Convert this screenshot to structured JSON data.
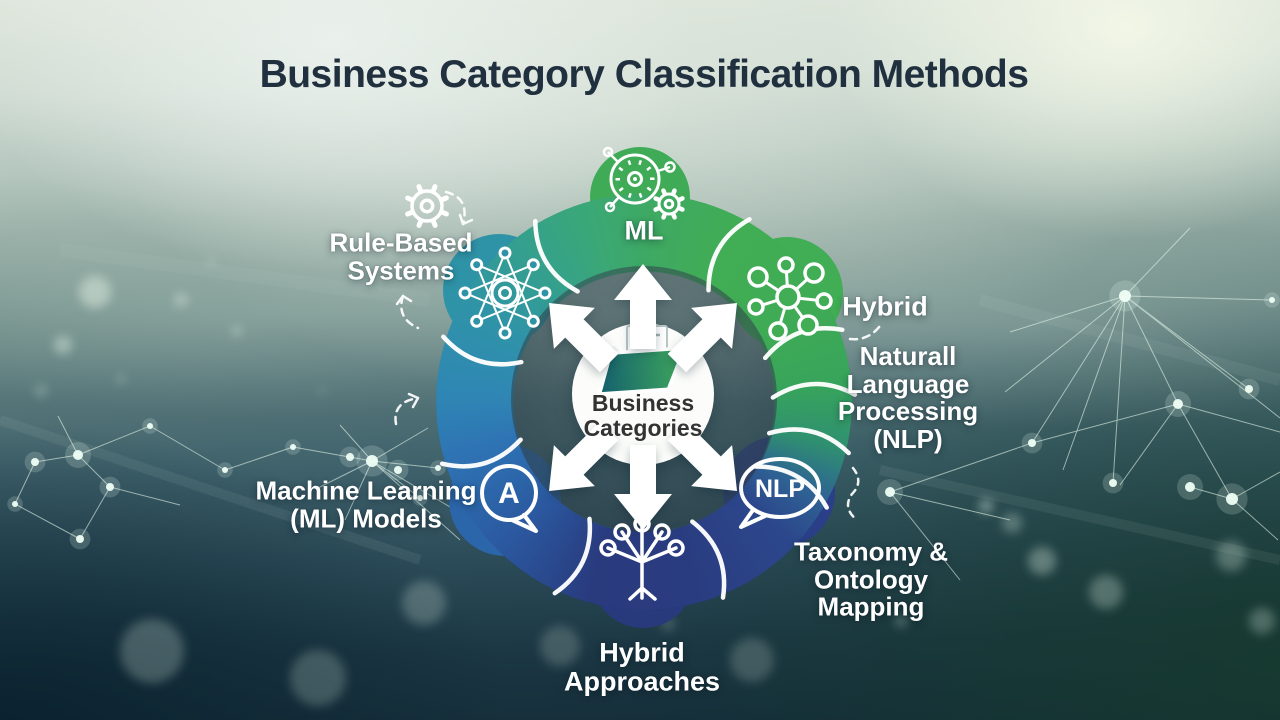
{
  "title": "Business Category Classification Methods",
  "hub": {
    "icon": "folder-icon",
    "lines": [
      "Business",
      "Categories"
    ]
  },
  "methods": [
    {
      "id": "rule-based",
      "lines": [
        "Rule-Based",
        "Systems"
      ]
    },
    {
      "id": "ml",
      "lines": [
        "ML"
      ]
    },
    {
      "id": "hybrid",
      "lines": [
        "Hybrid"
      ]
    },
    {
      "id": "nlp",
      "lines": [
        "Naturall",
        "Language",
        "Processing",
        "(NLP)"
      ]
    },
    {
      "id": "taxonomy",
      "lines": [
        "Taxonomy &",
        "Ontology",
        "Mapping"
      ]
    },
    {
      "id": "hybrid-approaches",
      "lines": [
        "Hybrid",
        "Approaches"
      ]
    },
    {
      "id": "ml-models",
      "lines": [
        "Machine Learning",
        "(ML) Models"
      ]
    }
  ],
  "badges": {
    "nlp_bubble": "NLP",
    "a_bubble": "A"
  },
  "colors": {
    "title": "#21303e",
    "ring_green": "#41ad54",
    "ring_teal": "#2f93a7",
    "ring_blue": "#2e74b4",
    "ring_navy": "#293a7d",
    "ring_indigo": "#2c478c",
    "label_text": "#ffffff",
    "hub_bg": "#fcfdfb",
    "hub_text": "#333333",
    "folder_teal": "#145f6e",
    "folder_green": "#3fa95c"
  }
}
